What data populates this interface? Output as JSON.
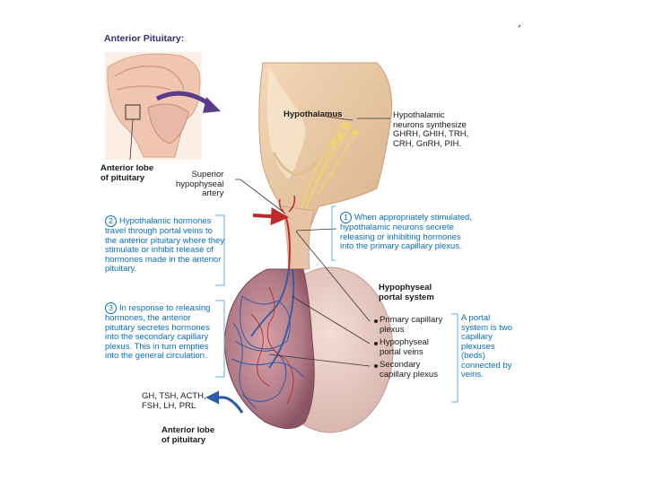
{
  "title": "Anterior Pituitary:",
  "labels": {
    "hypothalamus": "Hypothalamus",
    "hypothalamic_neurons": "Hypothalamic\nneurons synthesize\nGHRH, GHIH, TRH,\nCRH, GnRH, PIH.",
    "anterior_lobe_inset": "Anterior lobe\nof pituitary",
    "superior_artery": "Superior\nhypophyseal\nartery",
    "hypophyseal_portal_system": "Hypophyseal\nportal system",
    "primary_plexus": "Primary capillary\nplexus",
    "portal_veins": "Hypophyseal\nportal veins",
    "secondary_plexus": "Secondary\ncapillary plexus",
    "portal_definition": "A portal\nsystem is two\ncapillary\nplexuses\n(beds)\nconnected by\nveins.",
    "hormones_out": "GH, TSH, ACTH,\nFSH, LH, PRL",
    "anterior_lobe_bottom": "Anterior lobe\nof pituitary"
  },
  "steps": [
    {
      "number": "1",
      "text": "When appropriately stimulated,\nhypothalamic neurons secrete\nreleasing or inhibiting hormones\ninto the primary capillary plexus."
    },
    {
      "number": "2",
      "text": "Hypothalamic hormones\ntravel through portal veins to\nthe anterior pituitary where they\nstimulate or inhibit release of\nhormones made in the anterior\npituitary."
    },
    {
      "number": "3",
      "text": "In response to  releasing\nhormones, the anterior\npituitary secretes hormones\ninto the secondary capillary\nplexus. This in turn empties\ninto the general circulation."
    }
  ],
  "colors": {
    "title": "#3a2a6e",
    "step_blue": "#0a6fb8",
    "tissue": "#e9c9a4",
    "gland": "#b07a86",
    "vessel_red": "#c0282a",
    "vessel_blue": "#2f5aa8",
    "nerve": "#f2d36a",
    "arrow": "#5b3c8c"
  }
}
